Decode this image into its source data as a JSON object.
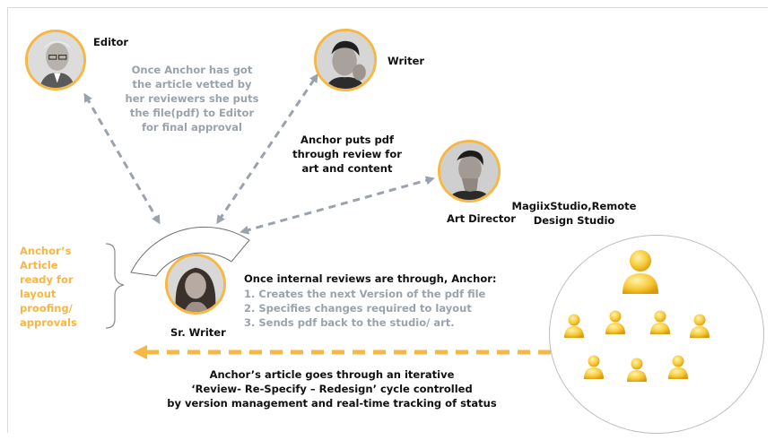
{
  "roles": {
    "editor": "Editor",
    "writer": "Writer",
    "art_director": "Art Director",
    "sr_writer": "Sr. Writer",
    "studio": [
      "MagiixStudio,Remote",
      "Design Studio"
    ]
  },
  "notes": {
    "editor_note": [
      "Once Anchor has got",
      "the article vetted by",
      "her reviewers she puts",
      "the file(pdf) to Editor",
      "for final approval"
    ],
    "review_note": [
      "Anchor puts pdf",
      "through review for",
      "art and content"
    ],
    "side_label": [
      "Anchor’s",
      "Article",
      "ready for",
      "layout",
      "proofing/",
      "approvals"
    ],
    "internal_heading": "Once internal reviews are through, Anchor:",
    "steps": [
      "1.   Creates the next Version of the pdf file",
      "2.   Specifies changes required to layout",
      "3.   Sends pdf back to the studio/ art."
    ],
    "cycle_note": [
      "Anchor’s article goes through an iterative",
      "‘Review- Re-Specify – Redesign’ cycle controlled",
      "by version management and real-time tracking of status"
    ]
  },
  "colors": {
    "accent": "#f6b744",
    "muted": "#9aa3ab",
    "arrow_gray": "#9aa3ab",
    "text": "#111111"
  }
}
